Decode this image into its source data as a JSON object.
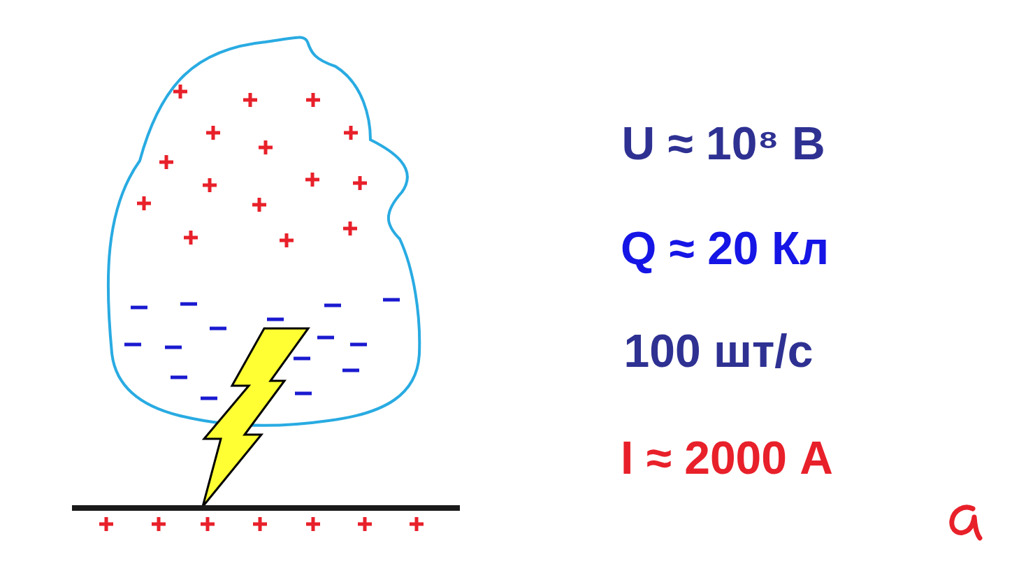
{
  "diagram": {
    "labels": [
      "U ≈ 10⁸ В",
      "Q ≈ 20 Кл",
      "100 шт/с",
      "I ≈ 2000 А"
    ]
  }
}
